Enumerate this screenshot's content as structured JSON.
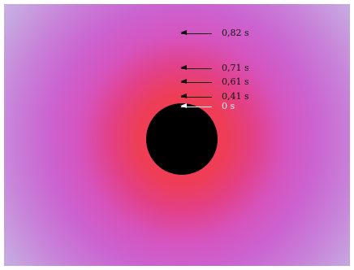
{
  "markers": [
    {
      "label": "0,82 s",
      "color": "#111111"
    },
    {
      "label": "0,71 s",
      "color": "#111111"
    },
    {
      "label": "0,61 s",
      "color": "#111111"
    },
    {
      "label": "0,41 s",
      "color": "#111111"
    },
    {
      "label": "0 s",
      "color": "#f4f0f8"
    }
  ],
  "colors": {
    "core": "#000000",
    "center_glow": "#ef3c4d",
    "mid_halo": "#cb63d0",
    "outer_halo": "#cbbfe4"
  }
}
